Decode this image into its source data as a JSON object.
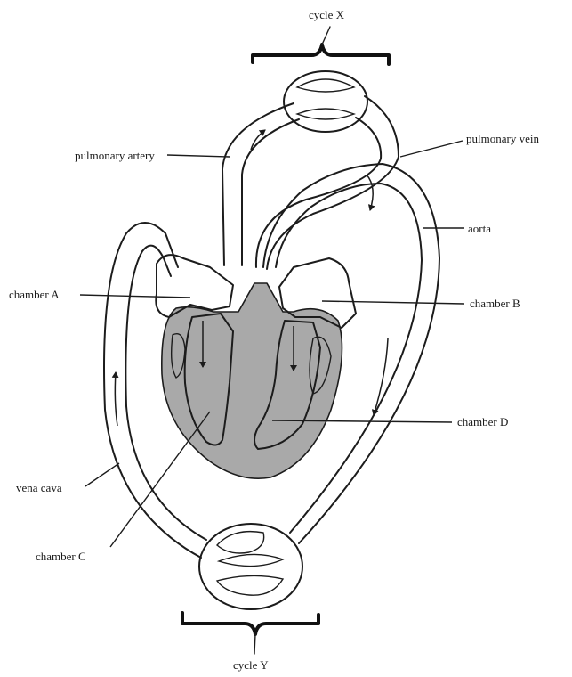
{
  "labels": {
    "cycle_x": "cycle X",
    "cycle_y": "cycle Y",
    "pulmonary_artery": "pulmonary artery",
    "pulmonary_vein": "pulmonary vein",
    "aorta": "aorta",
    "chamber_a": "chamber A",
    "chamber_b": "chamber B",
    "chamber_c": "chamber C",
    "chamber_d": "chamber D",
    "vena_cava": "vena cava"
  }
}
